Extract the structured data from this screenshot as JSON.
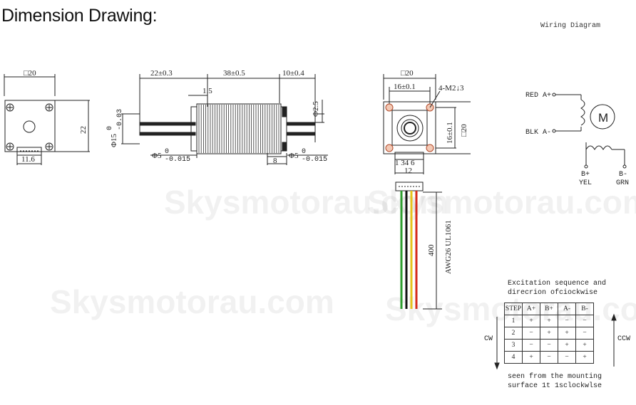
{
  "title": "Dimension Drawing:",
  "watermark": "Skysmotorau.com",
  "front_view": {
    "width": "□20",
    "height": "22",
    "connector": "11.6"
  },
  "side_view": {
    "len_left": "22±0.3",
    "len_body": "38±0.5",
    "len_right": "10±0.4",
    "flange": "1.5",
    "pilot_dia": "Φ15",
    "pilot_tol_upper": "0",
    "pilot_tol_lower": "-0.03",
    "shaft_left_dia": "Φ5",
    "shaft_right_dia": "Φ5",
    "shaft_tol_upper": "0",
    "shaft_tol_lower": "-0.015",
    "rear_dia": "Φ2.5",
    "flat_len": "8"
  },
  "end_view": {
    "width": "□20",
    "hole_pitch": "16±0.1",
    "thread": "4-M2↓3",
    "vert_pitch": "16±0.1",
    "vert_size": "□20",
    "pins": "1  34  6",
    "conn_width": "12",
    "cable_len": "400",
    "cable_spec": "AWG26 UL1061",
    "wire_colors": [
      "#2e9e2e",
      "#111111",
      "#e6c21a",
      "#d42a1a"
    ]
  },
  "wiring": {
    "title": "Wiring Diagram",
    "red": "RED A+",
    "blk": "BLK A-",
    "motor": "M",
    "b_plus": "B+",
    "b_minus": "B-",
    "yel": "YEL",
    "grn": "GRN"
  },
  "excitation": {
    "caption_1": "Excitation sequence and",
    "caption_2": "direcrion ofciockwise",
    "headers": [
      "STEP",
      "A+",
      "B+",
      "A-",
      "B-"
    ],
    "rows": [
      [
        "1",
        "+",
        "+",
        "−",
        "−"
      ],
      [
        "2",
        "−",
        "+",
        "+",
        "−"
      ],
      [
        "3",
        "−",
        "−",
        "+",
        "+"
      ],
      [
        "4",
        "+",
        "−",
        "−",
        "+"
      ]
    ],
    "cw": "CW",
    "ccw": "CCW",
    "footer_1": "seen from the mounting",
    "footer_2": "surface 1t 1sclockwlse"
  }
}
